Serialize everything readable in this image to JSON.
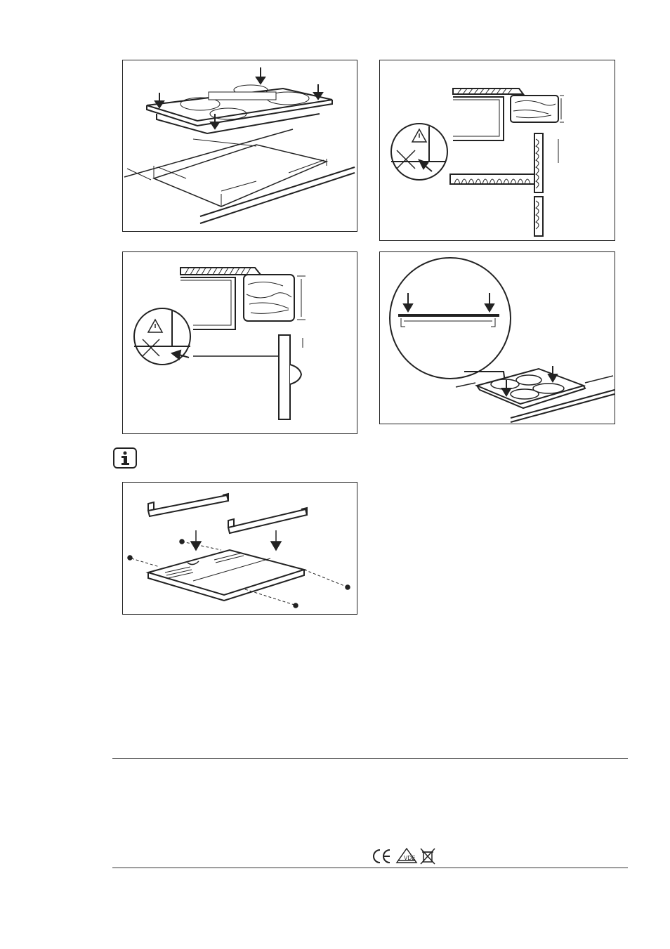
{
  "figures": [
    {
      "id": "hob-cutout",
      "icon": "hob-installation-illustration"
    },
    {
      "id": "section-a",
      "icon": "worktop-section-illustration"
    },
    {
      "id": "section-b",
      "icon": "worktop-section-with-drawer-illustration"
    },
    {
      "id": "press-hob",
      "icon": "press-hob-into-worktop-illustration"
    },
    {
      "id": "brackets",
      "icon": "mounting-brackets-illustration"
    }
  ],
  "info_icon": "information-icon",
  "certification_marks": {
    "ce": "CE",
    "vde": "VDE",
    "weee": "crossed-out-bin-icon"
  },
  "colors": {
    "line": "#222222",
    "background": "#ffffff"
  }
}
